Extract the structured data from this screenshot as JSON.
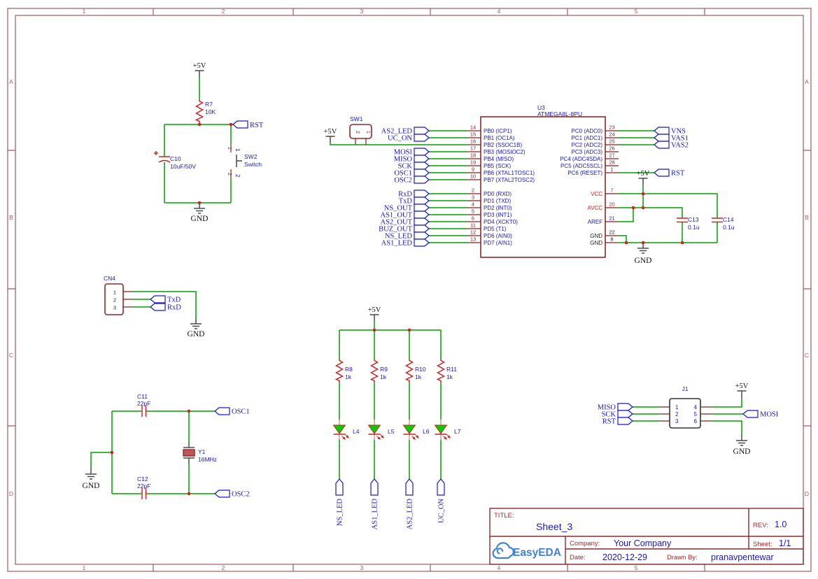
{
  "colors": {
    "wire": "#00A000",
    "comp": "#CC2222",
    "maroon": "#8B2A2A",
    "pin": "#7E2222",
    "net": "#1717CE",
    "junc": "#D42020",
    "frame": "#A05B5B",
    "tred": "#B22222",
    "sym": "#4A4A4A",
    "led": "#00CF00",
    "logo": "#3E82DC"
  },
  "frame": {
    "columns": [
      "1",
      "2",
      "3",
      "4",
      "5"
    ],
    "rows": [
      "A",
      "B",
      "C",
      "D"
    ]
  },
  "power": {
    "v5": "+5V",
    "gnd": "GND"
  },
  "reset_circuit": {
    "r_ref": "R7",
    "r_val": "10K",
    "c_ref": "C10",
    "c_val": "10uF/50V",
    "sw_ref": "SW2",
    "sw_val": "Switch",
    "pin1": "1",
    "pin2": "2",
    "flag": "RST"
  },
  "sw1": {
    "ref": "SW1",
    "pin1": "1",
    "pin2": "2"
  },
  "u3": {
    "ref": "U3",
    "value": "ATMEGA8L-8PU",
    "left_pins": [
      {
        "num": "14",
        "name": "PB0 (ICP1)"
      },
      {
        "num": "15",
        "name": "PB1 (OC1A)"
      },
      {
        "num": "16",
        "name": "PB2 (SSOC1B)"
      },
      {
        "num": "17",
        "name": "PB3 (MOSIOC2)"
      },
      {
        "num": "18",
        "name": "PB4 (MISO)"
      },
      {
        "num": "19",
        "name": "PB5 (SCK)"
      },
      {
        "num": "9",
        "name": "PB6 (XTAL1TOSC1)"
      },
      {
        "num": "10",
        "name": "PB7 (XTAL2TOSC2)"
      },
      {
        "num": "2",
        "name": "PD0 (RXD)"
      },
      {
        "num": "3",
        "name": "PD1 (TXD)"
      },
      {
        "num": "4",
        "name": "PD2 (INT0)"
      },
      {
        "num": "5",
        "name": "PD3 (INT1)"
      },
      {
        "num": "6",
        "name": "PD4 (XCKT0)"
      },
      {
        "num": "11",
        "name": "PD5 (T1)"
      },
      {
        "num": "12",
        "name": "PD6 (AIN0)"
      },
      {
        "num": "13",
        "name": "PD7 (AIN1)"
      }
    ],
    "right_pins": [
      {
        "num": "23",
        "name": "PC0 (ADC0)"
      },
      {
        "num": "24",
        "name": "PC1 (ADC1)"
      },
      {
        "num": "25",
        "name": "PC2 (ADC2)"
      },
      {
        "num": "26",
        "name": "PC3 (ADC3)"
      },
      {
        "num": "27",
        "name": "PC4 (ADC4SDA)"
      },
      {
        "num": "28",
        "name": "PC5 (ADC5SCL)"
      },
      {
        "num": "1",
        "name": "PC6 (RESET)"
      },
      {
        "num": "7",
        "name": "VCC"
      },
      {
        "num": "20",
        "name": "AVCC"
      },
      {
        "num": "21",
        "name": "AREF"
      },
      {
        "num": "22",
        "name": "GND"
      },
      {
        "num": "8",
        "name": "GND"
      }
    ]
  },
  "u3_left_flags": [
    "AS2_LED",
    "UC_ON",
    "MOSI",
    "MISO",
    "SCK",
    "OSC1",
    "OSC2",
    "RxD",
    "TxD",
    "NS_OUT",
    "AS1_OUT",
    "AS2_OUT",
    "BUZ_OUT",
    "NS_LED",
    "AS1_LED"
  ],
  "u3_right_flags": [
    "VNS",
    "VAS1",
    "VAS2",
    "RST"
  ],
  "decoupling": {
    "c13_ref": "C13",
    "c13_val": "0.1u",
    "c14_ref": "C14",
    "c14_val": "0.1u"
  },
  "cn4": {
    "ref": "CN4",
    "pins": [
      "1",
      "2",
      "3"
    ],
    "flag_txd": "TxD",
    "flag_rxd": "RxD"
  },
  "crystal": {
    "c11_ref": "C11",
    "c11_val": "22pF",
    "c12_ref": "C12",
    "c12_val": "22pF",
    "y_ref": "Y1",
    "y_val": "16MHz",
    "flag_osc1": "OSC1",
    "flag_osc2": "OSC2"
  },
  "led_array": {
    "branches": [
      {
        "r_ref": "R8",
        "r_val": "1k",
        "led_ref": "L4",
        "flag": "NS_LED"
      },
      {
        "r_ref": "R9",
        "r_val": "1k",
        "led_ref": "L5",
        "flag": "AS1_LED"
      },
      {
        "r_ref": "R10",
        "r_val": "1k",
        "led_ref": "L6",
        "flag": "AS2_LED"
      },
      {
        "r_ref": "R11",
        "r_val": "1k",
        "led_ref": "L7",
        "flag": "UC_ON"
      }
    ]
  },
  "j1": {
    "ref": "J1",
    "left_pins": [
      "1",
      "2",
      "3"
    ],
    "right_pins": [
      "4",
      "5",
      "6"
    ],
    "flags_left": [
      "MISO",
      "SCK",
      "RST"
    ],
    "flag_right": "MOSI"
  },
  "title_block": {
    "title_label": "TITLE:",
    "title": "Sheet_3",
    "rev_label": "REV:",
    "rev": "1.0",
    "company_label": "Company:",
    "company": "Your Company",
    "sheet_label": "Sheet:",
    "sheet": "1/1",
    "date_label": "Date:",
    "date": "2020-12-29",
    "drawn_label": "Drawn By:",
    "drawn_by": "pranavpentewar",
    "logo_text": "EasyEDA"
  }
}
